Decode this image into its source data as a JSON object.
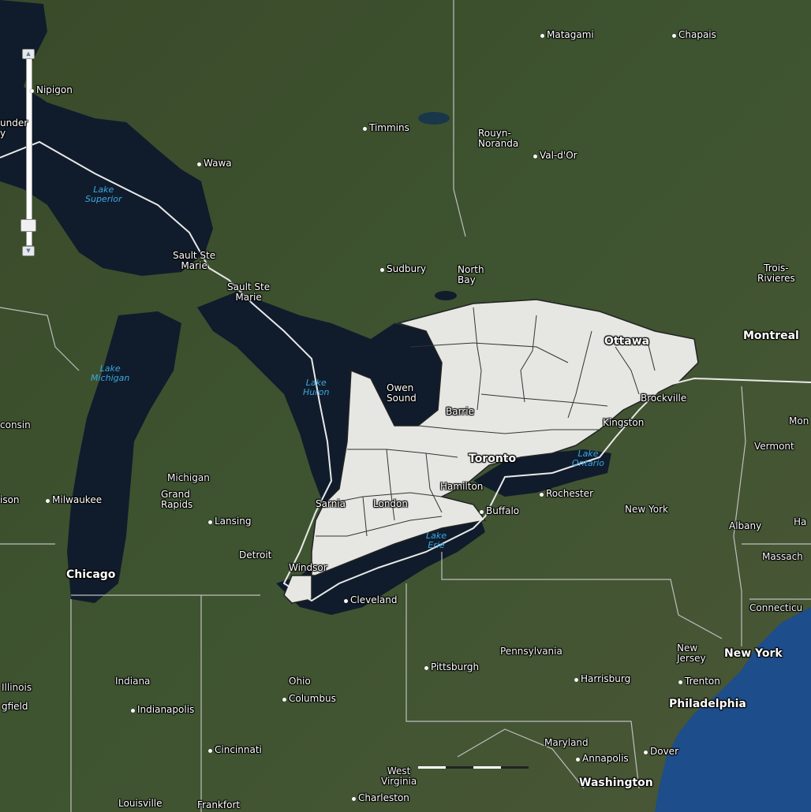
{
  "map": {
    "basemap": "satellite imagery",
    "colors": {
      "water": "#101c2c",
      "land": "#3b4a2a",
      "highlight": "#e6e6e2",
      "boundary": "#ffffff",
      "lake_label": "#3aa8e0",
      "ocean": "#1d4d8a"
    }
  },
  "zoom_control": {
    "in_icon": "zoom-in-arrow-icon",
    "out_icon": "zoom-out-arrow-icon",
    "level_fraction": 0.1
  },
  "lakes": {
    "superior": "Lake\nSuperior",
    "michigan": "Lake\nMichigan",
    "huron": "Lake\nHuron",
    "erie": "Lake\nErie",
    "ontario": "Lake\nOntario"
  },
  "states": {
    "michigan": "Michigan",
    "new_york": "New York",
    "pennsylvania": "Pennsylvania",
    "ohio": "Ohio",
    "indiana": "Indiana",
    "illinois": "Illinois",
    "maryland": "Maryland",
    "west_virginia": "West\nVirginia",
    "new_jersey": "New\nJersey",
    "vermont": "Vermont",
    "massach": "Massach",
    "connecticu": "Connecticu",
    "wisconsin": "consin",
    "hampshire": "Ha",
    "maine": "Mon"
  },
  "cities": {
    "matagami": "Matagami",
    "chapais": "Chapais",
    "nipigon": "Nipigon",
    "thunder_bay": "under\ny",
    "timmins": "Timmins",
    "rouyn": "Rouyn-\nNoranda",
    "val_dor": "Val-d'Or",
    "wawa": "Wawa",
    "sault_ste_marie_on": "Sault Ste\nMarie",
    "sault_ste_marie_mi": "Sault Ste\nMarie",
    "sudbury": "Sudbury",
    "north_bay": "North\nBay",
    "trois_rivieres": "Trois-\nRivieres",
    "ottawa": "Ottawa",
    "montreal": "Montreal",
    "owen_sound": "Owen\nSound",
    "barrie": "Barrie",
    "brockville": "Brockville",
    "kingston": "Kingston",
    "toronto": "Toronto",
    "hamilton": "Hamilton",
    "rochester": "Rochester",
    "buffalo": "Buffalo",
    "sarnia": "Sarnia",
    "london": "London",
    "windsor": "Windsor",
    "detroit": "Detroit",
    "milwaukee": "Milwaukee",
    "madison": "ison",
    "grand_rapids": "Grand\nRapids",
    "lansing": "Lansing",
    "chicago": "Chicago",
    "cleveland": "Cleveland",
    "albany": "Albany",
    "new_york_city": "New York",
    "trenton": "Trenton",
    "philadelphia": "Philadelphia",
    "pittsburgh": "Pittsburgh",
    "harrisburg": "Harrisburg",
    "columbus": "Columbus",
    "indianapolis": "Indianapolis",
    "springfield": "gfield",
    "cincinnati": "Cincinnati",
    "annapolis": "Annapolis",
    "dover": "Dover",
    "washington": "Washington",
    "louisville": "Louisville",
    "frankfort": "Frankfort",
    "charleston": "Charleston"
  }
}
